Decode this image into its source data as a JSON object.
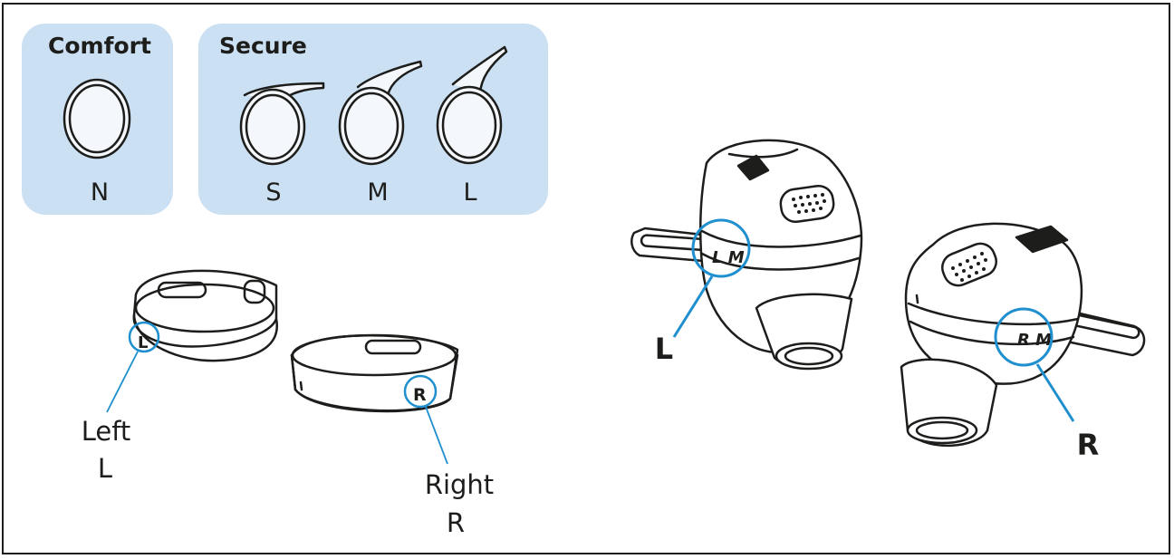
{
  "colors": {
    "panel": "#cbe0f3",
    "accent": "#1f8fcf",
    "ink": "#1d1d1b"
  },
  "comfort": {
    "title": "Comfort",
    "size": "N"
  },
  "secure": {
    "title": "Secure",
    "sizes": [
      "S",
      "M",
      "L"
    ]
  },
  "rings": {
    "left_word": "Left",
    "left_letter": "L",
    "left_mark": "L",
    "right_word": "Right",
    "right_letter": "R",
    "right_mark": "R"
  },
  "earbuds": {
    "left_letter": "L",
    "left_mark": "L M",
    "right_letter": "R",
    "right_mark": "R M"
  }
}
